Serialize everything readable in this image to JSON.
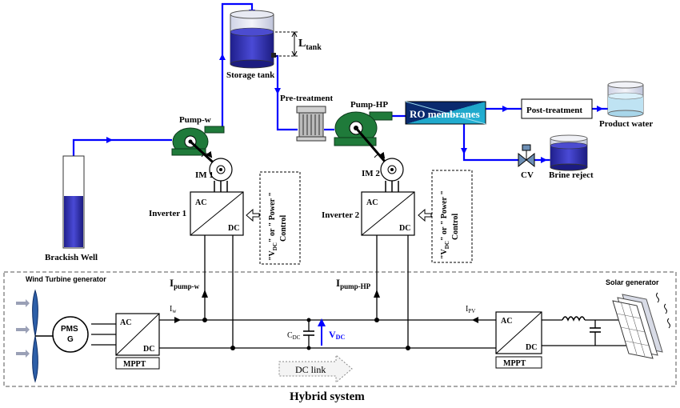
{
  "labels": {
    "storage_tank": "Storage tank",
    "l_tank_main": "L",
    "l_tank_sub": "tank",
    "pre_treatment": "Pre-treatment",
    "pump_w": "Pump-w",
    "pump_hp": "Pump-HP",
    "ro_membranes": "RO membranes",
    "post_treatment": "Post-treatment",
    "product_water": "Product water",
    "cv": "CV",
    "brine_reject": "Brine reject",
    "im1": "IM 1",
    "im2": "IM 2",
    "inverter1": "Inverter 1",
    "inverter2": "Inverter 2",
    "ac": "AC",
    "dc": "DC",
    "control_line1": "\"V",
    "control_sub": "DC",
    "control_line1b": "\" or \" Power \"",
    "control_line2": "Control",
    "brackish_well": "Brackish Well",
    "wind_turbine": "Wind Turbine generator",
    "pmsg_line1": "PMS",
    "pmsg_line2": "G",
    "mppt": "MPPT",
    "i_pump_w_main": "I",
    "i_pump_w_sub": "pump-w",
    "i_pump_hp_main": "I",
    "i_pump_hp_sub": "pump-HP",
    "i_w_main": "I",
    "i_w_sub": "w",
    "i_pv_main": "I",
    "i_pv_sub": "PV",
    "c_dc_main": "C",
    "c_dc_sub": "DC",
    "v_dc_main": "V",
    "v_dc_sub": "DC",
    "dc_link": "DC link",
    "solar_generator": "Solar generator",
    "hybrid_system": "Hybrid system"
  },
  "colors": {
    "water": "#0000ff",
    "tank_water": "#2b2bbd",
    "pump_green": "#1f7a3a",
    "ro_fill": "#1fa6c9"
  }
}
